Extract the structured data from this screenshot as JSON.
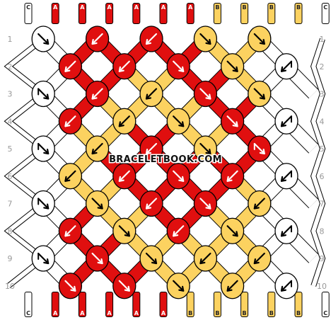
{
  "pattern": {
    "watermark": "BRACELETBOOK.COM",
    "top_labels": [
      "C",
      "A",
      "A",
      "A",
      "A",
      "A",
      "A",
      "B",
      "B",
      "B",
      "B",
      "C"
    ],
    "bottom_labels": [
      "C",
      "A",
      "A",
      "A",
      "A",
      "A",
      "B",
      "B",
      "B",
      "B",
      "B",
      "C"
    ],
    "row_numbers_left": [
      "1",
      "2",
      "3",
      "4",
      "5",
      "6",
      "7",
      "8",
      "9",
      "10"
    ],
    "row_numbers_right": [
      "1",
      "2",
      "3",
      "4",
      "5",
      "6",
      "7",
      "8",
      "9",
      "10"
    ],
    "colors": {
      "A": "#e00f0f",
      "B": "#fcd260",
      "C": "#ffffff",
      "outline": "#000000",
      "row_number": "#999999",
      "background": "#ffffff"
    },
    "rows": [
      [
        {
          "c": "C",
          "d": "R"
        },
        {
          "c": "A",
          "d": "L"
        },
        {
          "c": "A",
          "d": "L"
        },
        {
          "c": "B",
          "d": "R"
        },
        {
          "c": "B",
          "d": "R"
        }
      ],
      [
        {
          "c": "A",
          "d": "L"
        },
        {
          "c": "A",
          "d": "L"
        },
        {
          "c": "A",
          "d": "R"
        },
        {
          "c": "B",
          "d": "R"
        },
        {
          "c": "C",
          "d": "BL"
        }
      ],
      [
        {
          "c": "C",
          "d": "BR"
        },
        {
          "c": "A",
          "d": "L"
        },
        {
          "c": "B",
          "d": "L"
        },
        {
          "c": "A",
          "d": "R"
        },
        {
          "c": "B",
          "d": "R"
        }
      ],
      [
        {
          "c": "A",
          "d": "L"
        },
        {
          "c": "B",
          "d": "L"
        },
        {
          "c": "B",
          "d": "R"
        },
        {
          "c": "A",
          "d": "R"
        },
        {
          "c": "C",
          "d": "BL"
        }
      ],
      [
        {
          "c": "C",
          "d": "BR"
        },
        {
          "c": "B",
          "d": "L"
        },
        {
          "c": "A",
          "d": "L"
        },
        {
          "c": "B",
          "d": "R"
        },
        {
          "c": "A",
          "d": "BR"
        }
      ],
      [
        {
          "c": "B",
          "d": "L"
        },
        {
          "c": "A",
          "d": "L"
        },
        {
          "c": "A",
          "d": "R"
        },
        {
          "c": "A",
          "d": "L"
        },
        {
          "c": "C",
          "d": "BL"
        }
      ],
      [
        {
          "c": "C",
          "d": "BR"
        },
        {
          "c": "B",
          "d": "R"
        },
        {
          "c": "A",
          "d": "L"
        },
        {
          "c": "A",
          "d": "R"
        },
        {
          "c": "B",
          "d": "L"
        }
      ],
      [
        {
          "c": "A",
          "d": "L"
        },
        {
          "c": "B",
          "d": "R"
        },
        {
          "c": "A",
          "d": "L"
        },
        {
          "c": "B",
          "d": "R"
        },
        {
          "c": "C",
          "d": "BL"
        }
      ],
      [
        {
          "c": "C",
          "d": "BR"
        },
        {
          "c": "A",
          "d": "R"
        },
        {
          "c": "B",
          "d": "R"
        },
        {
          "c": "B",
          "d": "L"
        },
        {
          "c": "B",
          "d": "L"
        }
      ],
      [
        {
          "c": "A",
          "d": "R"
        },
        {
          "c": "A",
          "d": "R"
        },
        {
          "c": "B",
          "d": "R"
        },
        {
          "c": "B",
          "d": "L"
        },
        {
          "c": "C",
          "d": "BL"
        }
      ]
    ]
  }
}
